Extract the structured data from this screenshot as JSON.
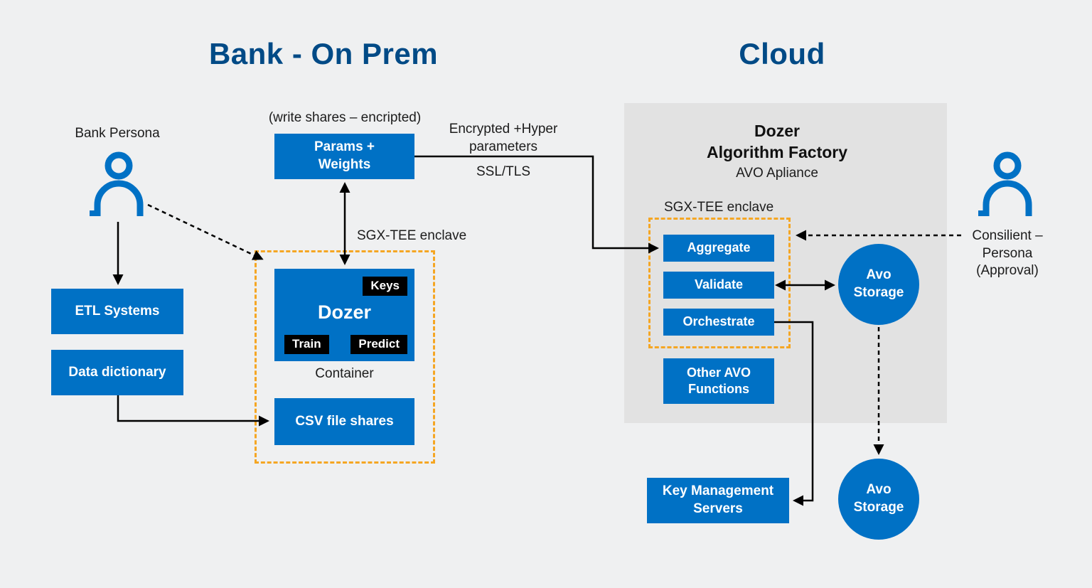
{
  "colors": {
    "box_blue": "#0071c5",
    "title_blue": "#004a86",
    "enclave_orange": "#f5a623",
    "panel_gray": "#e2e2e2",
    "background_gray": "#eff0f1",
    "tag_black": "#000000"
  },
  "titles": {
    "on_prem": "Bank - On Prem",
    "cloud": "Cloud"
  },
  "bank": {
    "persona_label": "Bank Persona",
    "etl_box": "ETL Systems",
    "data_dictionary_box": "Data dictionary",
    "write_shares_note": "(write shares – encripted)",
    "params_weights_box": "Params +\nWeights",
    "enclave_label": "SGX-TEE enclave",
    "dozer_box": "Dozer",
    "keys_tag": "Keys",
    "train_tag": "Train",
    "predict_tag": "Predict",
    "container_label": "Container",
    "csv_box": "CSV file shares"
  },
  "connection": {
    "encrypted_label": "Encrypted +Hyper\nparameters",
    "protocol_label": "SSL/TLS"
  },
  "cloud": {
    "factory_title": "Dozer\nAlgorithm Factory",
    "factory_subtitle": "AVO Apliance",
    "enclave_label": "SGX-TEE enclave",
    "aggregate_box": "Aggregate",
    "validate_box": "Validate",
    "orchestrate_box": "Orchestrate",
    "other_avo_box": "Other AVO\nFunctions",
    "avo_storage_1": "Avo\nStorage",
    "avo_storage_2": "Avo\nStorage",
    "kms_box": "Key Management\nServers",
    "consilient_label": "Consilient –\nPersona\n(Approval)"
  }
}
